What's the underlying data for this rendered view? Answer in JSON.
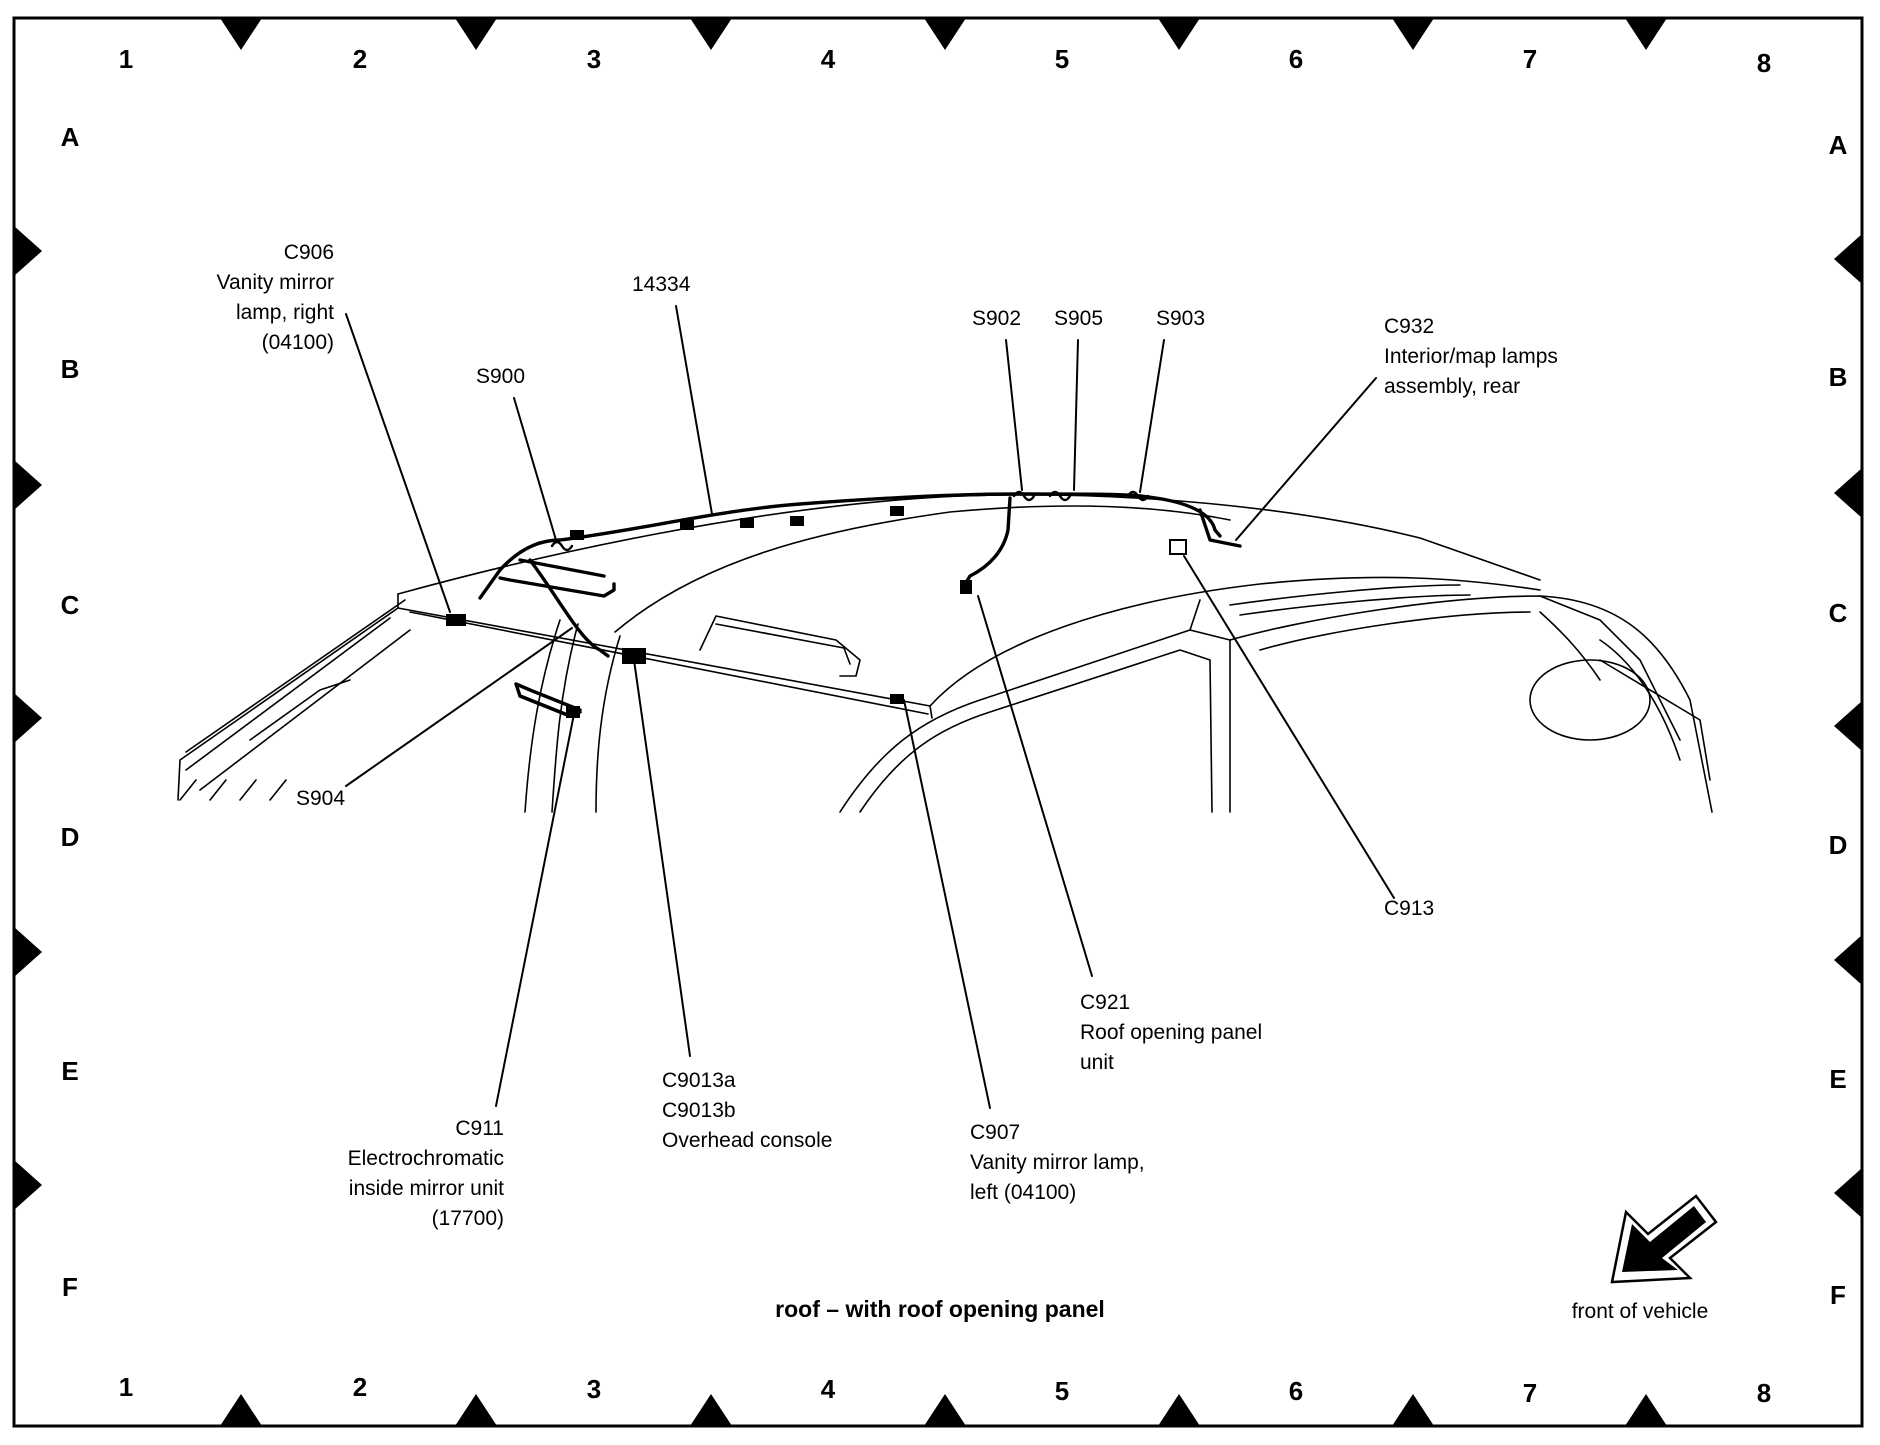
{
  "grid": {
    "columns": [
      "1",
      "2",
      "3",
      "4",
      "5",
      "6",
      "7",
      "8"
    ],
    "rows": [
      "A",
      "B",
      "C",
      "D",
      "E",
      "F"
    ]
  },
  "callouts": {
    "c906": [
      "C906",
      "Vanity mirror",
      "lamp, right",
      "(04100)"
    ],
    "n14334": [
      "14334"
    ],
    "s900": [
      "S900"
    ],
    "s902": [
      "S902"
    ],
    "s905": [
      "S905"
    ],
    "s903": [
      "S903"
    ],
    "c932": [
      "C932",
      "Interior/map lamps",
      "assembly, rear"
    ],
    "s904": [
      "S904"
    ],
    "c913": [
      "C913"
    ],
    "c921": [
      "C921",
      "Roof opening panel",
      "unit"
    ],
    "c9013": [
      "C9013a",
      "C9013b",
      "Overhead console"
    ],
    "c911": [
      "C911",
      "Electrochromatic",
      "inside mirror unit",
      "(17700)"
    ],
    "c907": [
      "C907",
      "Vanity mirror lamp,",
      "left (04100)"
    ]
  },
  "caption": "roof – with roof opening panel",
  "front_indicator": "front of vehicle"
}
